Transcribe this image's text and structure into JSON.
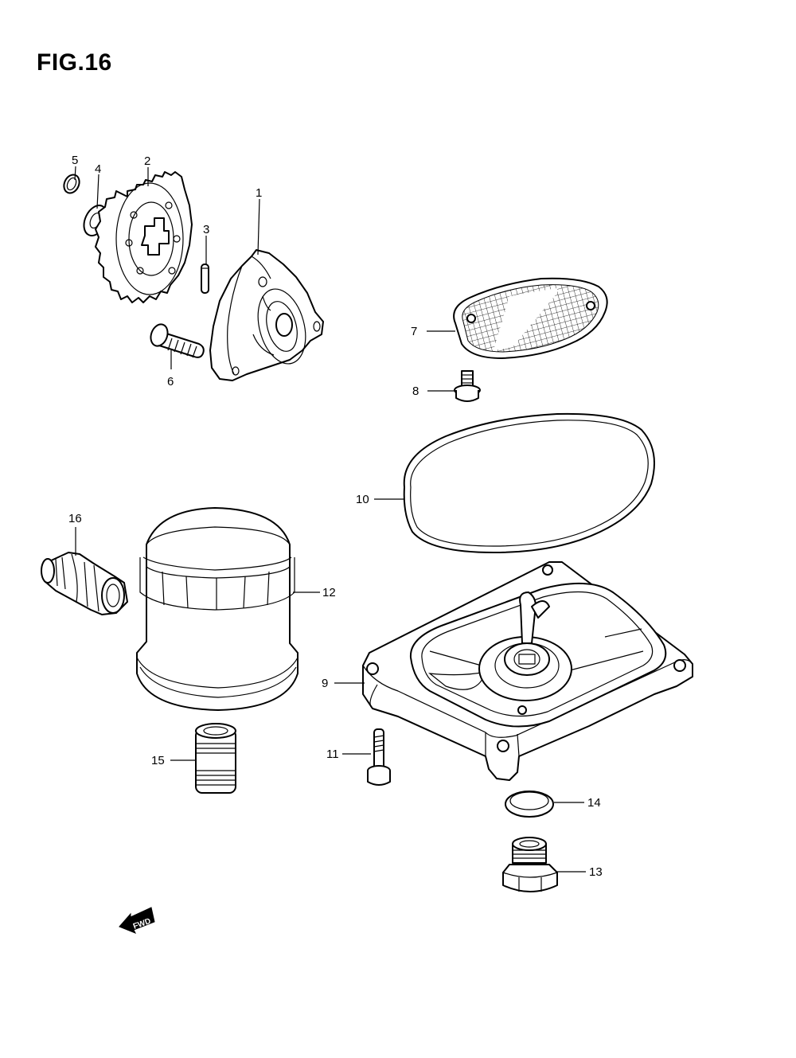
{
  "figure": {
    "title": "FIG.16"
  },
  "parts": [
    {
      "id": "p1",
      "number": "1",
      "name": "oil-pump-body"
    },
    {
      "id": "p2",
      "number": "2",
      "name": "oil-pump-gear"
    },
    {
      "id": "p3",
      "number": "3",
      "name": "pin"
    },
    {
      "id": "p4",
      "number": "4",
      "name": "washer"
    },
    {
      "id": "p5",
      "number": "5",
      "name": "circlip"
    },
    {
      "id": "p6",
      "number": "6",
      "name": "bolt"
    },
    {
      "id": "p7",
      "number": "7",
      "name": "oil-strainer"
    },
    {
      "id": "p8",
      "number": "8",
      "name": "strainer-bolt"
    },
    {
      "id": "p9",
      "number": "9",
      "name": "oil-pan"
    },
    {
      "id": "p10",
      "number": "10",
      "name": "oil-pan-gasket"
    },
    {
      "id": "p11",
      "number": "11",
      "name": "oil-pan-bolt"
    },
    {
      "id": "p12",
      "number": "12",
      "name": "oil-filter"
    },
    {
      "id": "p13",
      "number": "13",
      "name": "drain-plug"
    },
    {
      "id": "p14",
      "number": "14",
      "name": "drain-plug-gasket"
    },
    {
      "id": "p15",
      "number": "15",
      "name": "filter-union"
    },
    {
      "id": "p16",
      "number": "16",
      "name": "oil-pressure-switch"
    }
  ],
  "direction_arrow": {
    "label": "FWD",
    "icon": "forward-arrow-icon"
  }
}
